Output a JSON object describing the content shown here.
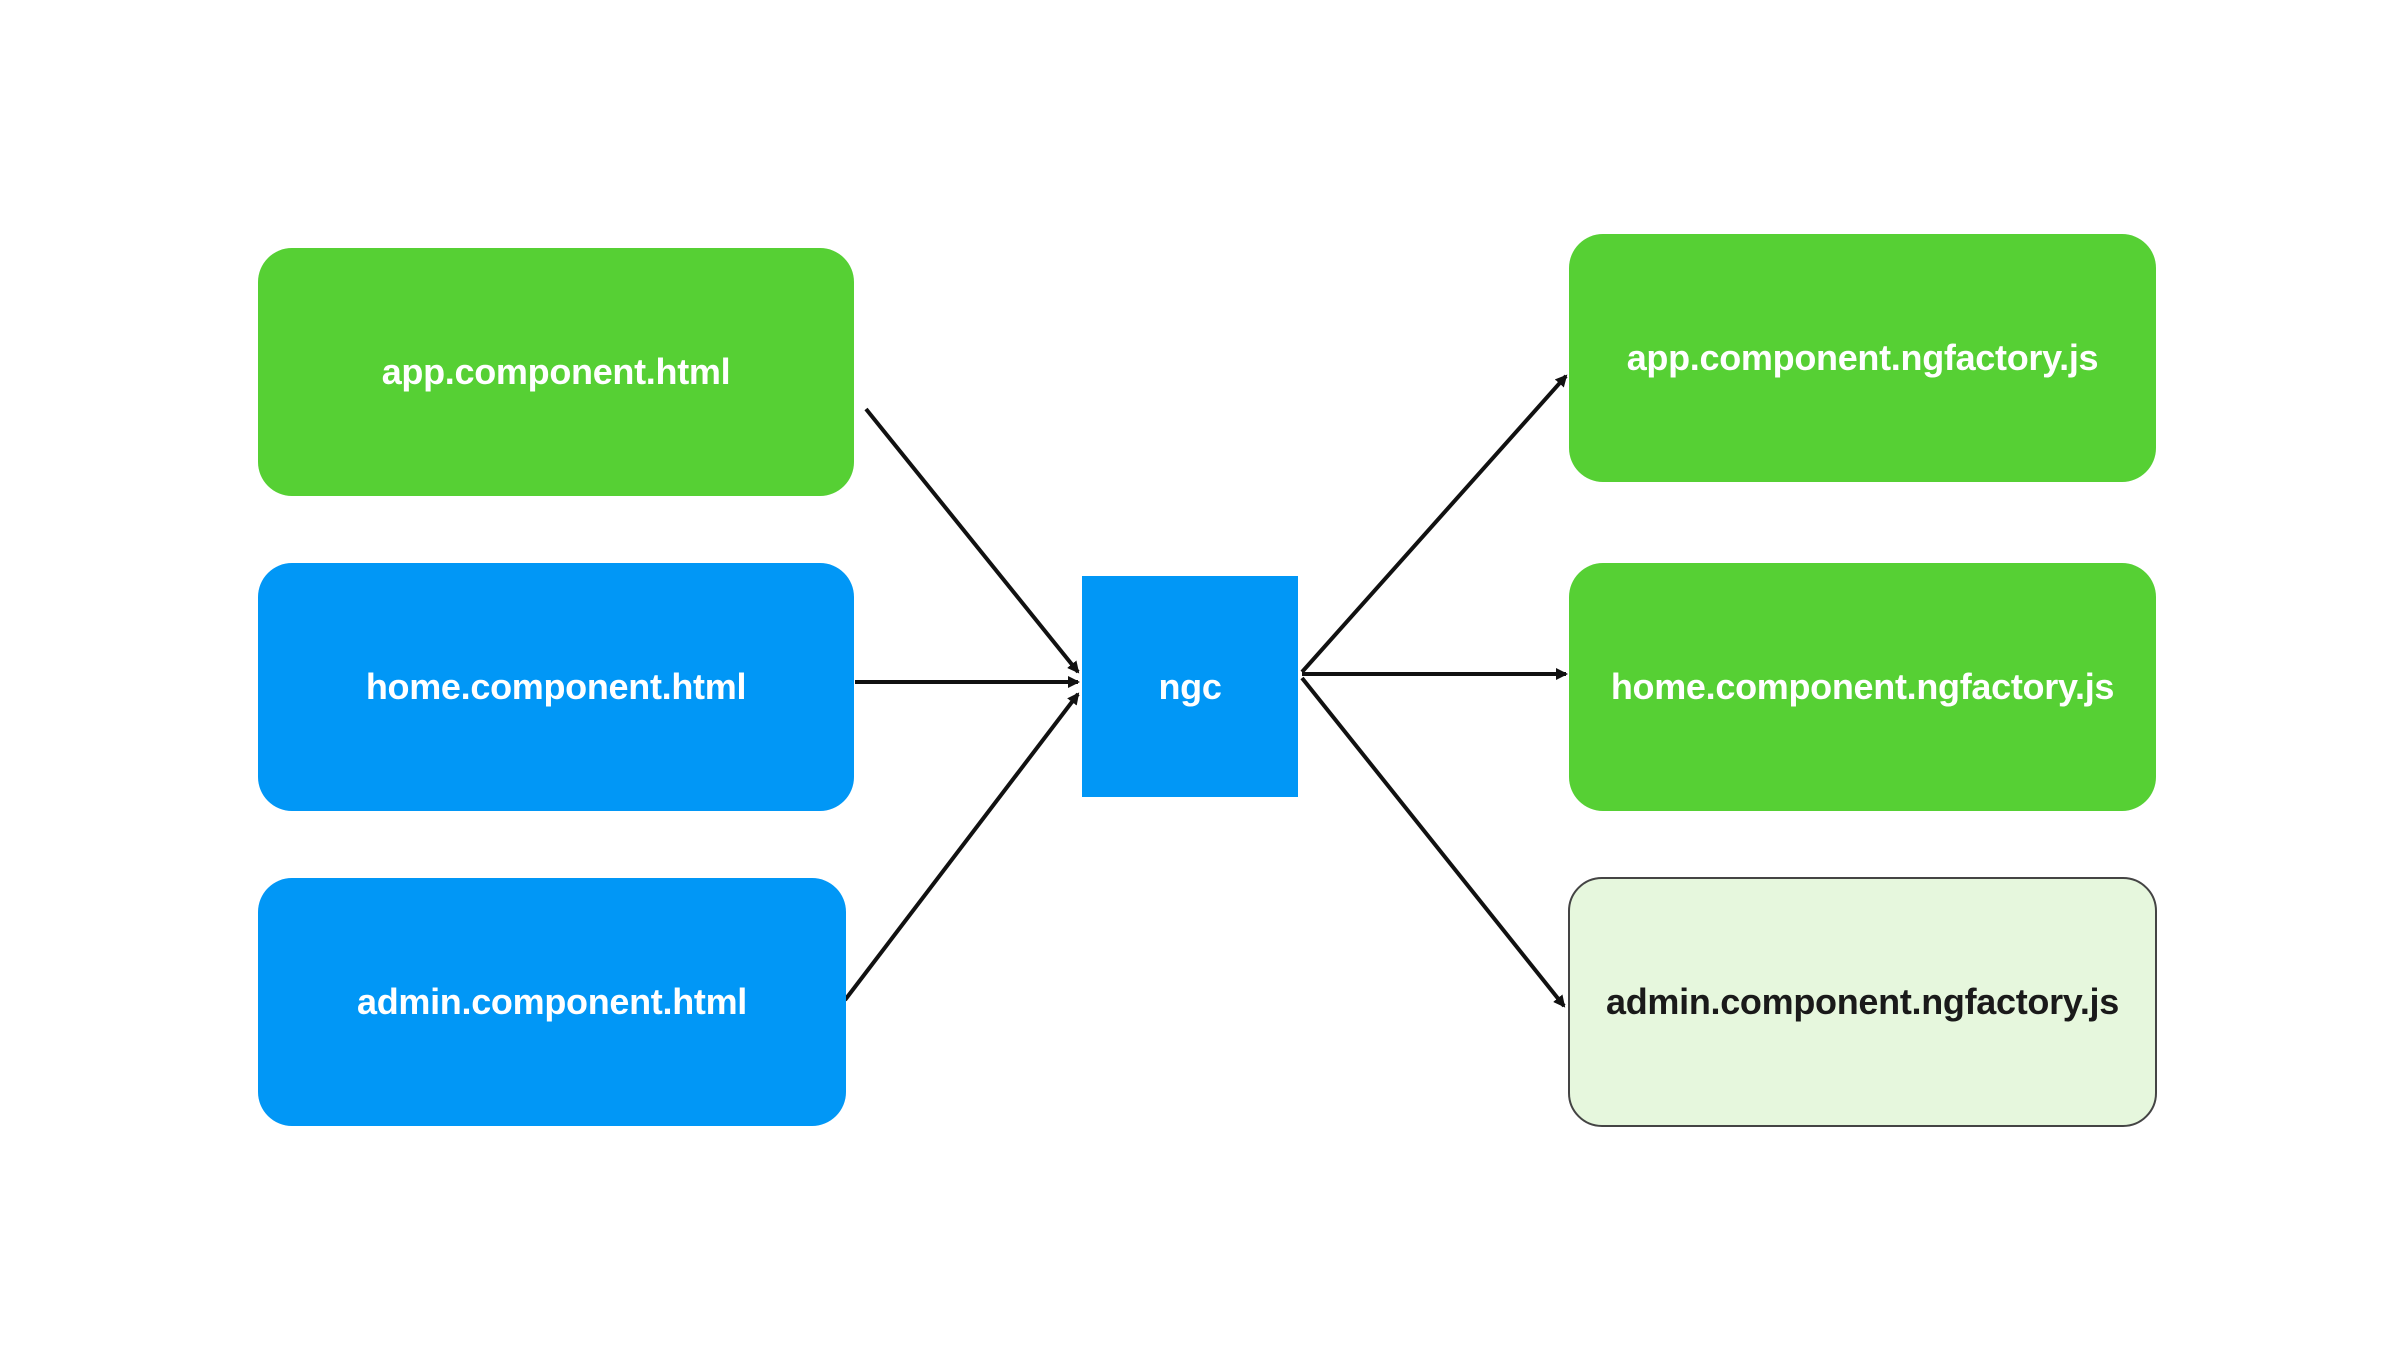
{
  "diagram": {
    "inputs": [
      {
        "id": "app",
        "label": "app.component.html",
        "color": "#56d034"
      },
      {
        "id": "home",
        "label": "home.component.html",
        "color": "#0197f6"
      },
      {
        "id": "admin",
        "label": "admin.component.html",
        "color": "#0197f6"
      }
    ],
    "compiler": {
      "label": "ngc",
      "color": "#0197f6"
    },
    "outputs": [
      {
        "id": "app",
        "label": "app.component.ngfactory.js",
        "color": "#56d034"
      },
      {
        "id": "home",
        "label": "home.component.ngfactory.js",
        "color": "#56d034"
      },
      {
        "id": "admin",
        "label": "admin.component.ngfactory.js",
        "color": "#e6f7dd"
      }
    ]
  }
}
